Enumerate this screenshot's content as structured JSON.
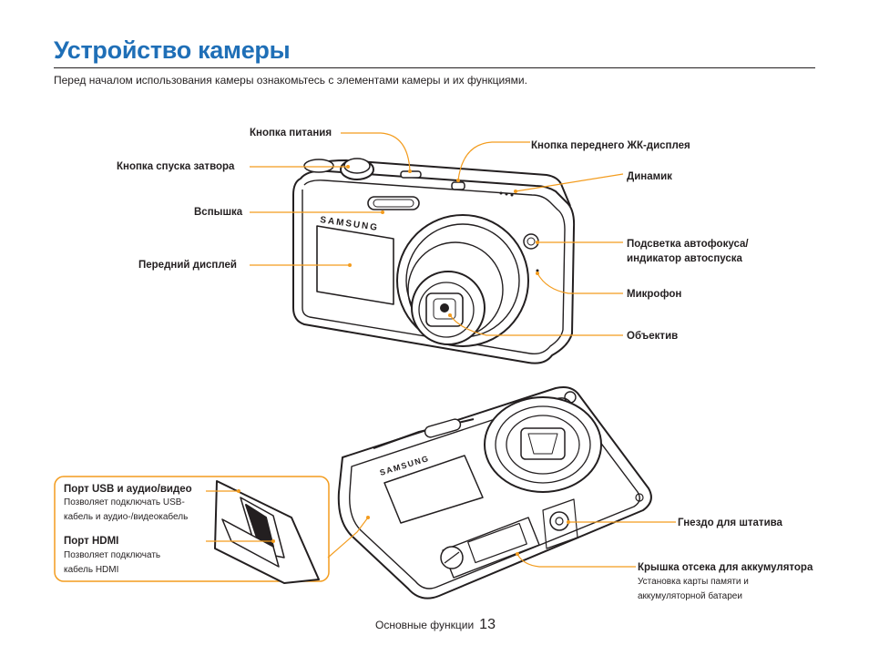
{
  "page": {
    "title": "Устройство камеры",
    "intro": "Перед началом использования камеры ознакомьтесь с элементами камеры и их функциями."
  },
  "labels": {
    "power_button": "Кнопка питания",
    "shutter_button": "Кнопка спуска затвора",
    "flash": "Вспышка",
    "front_display": "Передний дисплей",
    "front_lcd_button": "Кнопка переднего ЖК-дисплея",
    "speaker": "Динамик",
    "af_lamp_line1": "Подсветка автофокуса/",
    "af_lamp_line2": "индикатор автоспуска",
    "microphone": "Микрофон",
    "lens": "Объектив",
    "tripod_mount": "Гнездо для штатива",
    "battery_cover": "Крышка отсека для аккумулятора",
    "battery_cover_desc_line1": "Установка карты памяти и",
    "battery_cover_desc_line2": "аккумуляторной батареи",
    "usb_port": "Порт USB и аудио/видео",
    "usb_desc_line1": "Позволяет подключать USB-",
    "usb_desc_line2": "кабель и аудио-/видеокабель",
    "hdmi_port": "Порт HDMI",
    "hdmi_desc_line1": "Позволяет подключать",
    "hdmi_desc_line2": "кабель HDMI"
  },
  "camera_brand_text": "SAMSUNG",
  "colors": {
    "title": "#1f6fb7",
    "callout": "#f39c1e"
  },
  "footer": {
    "section": "Основные функции",
    "page_number": "13"
  }
}
